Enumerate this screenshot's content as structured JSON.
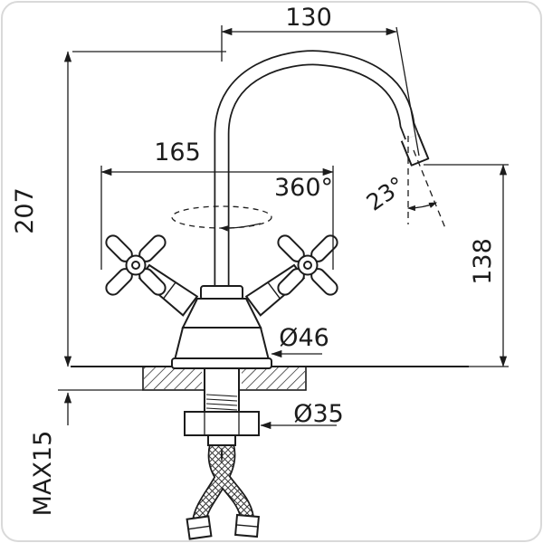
{
  "drawing": {
    "title": "Basin mixer faucet installation dimension diagram",
    "labels": {
      "spout_reach": "130",
      "handle_span": "165",
      "swivel_rotation": "360°",
      "spout_angle": "23°",
      "overall_height": "207",
      "spout_height": "138",
      "body_diameter": "Ø46",
      "shank_diameter": "Ø35",
      "max_deck_thickness": "MAX15"
    },
    "colors": {
      "line": "#1c1c1c",
      "background": "#ffffff",
      "frame": "#d9d9d9"
    }
  }
}
